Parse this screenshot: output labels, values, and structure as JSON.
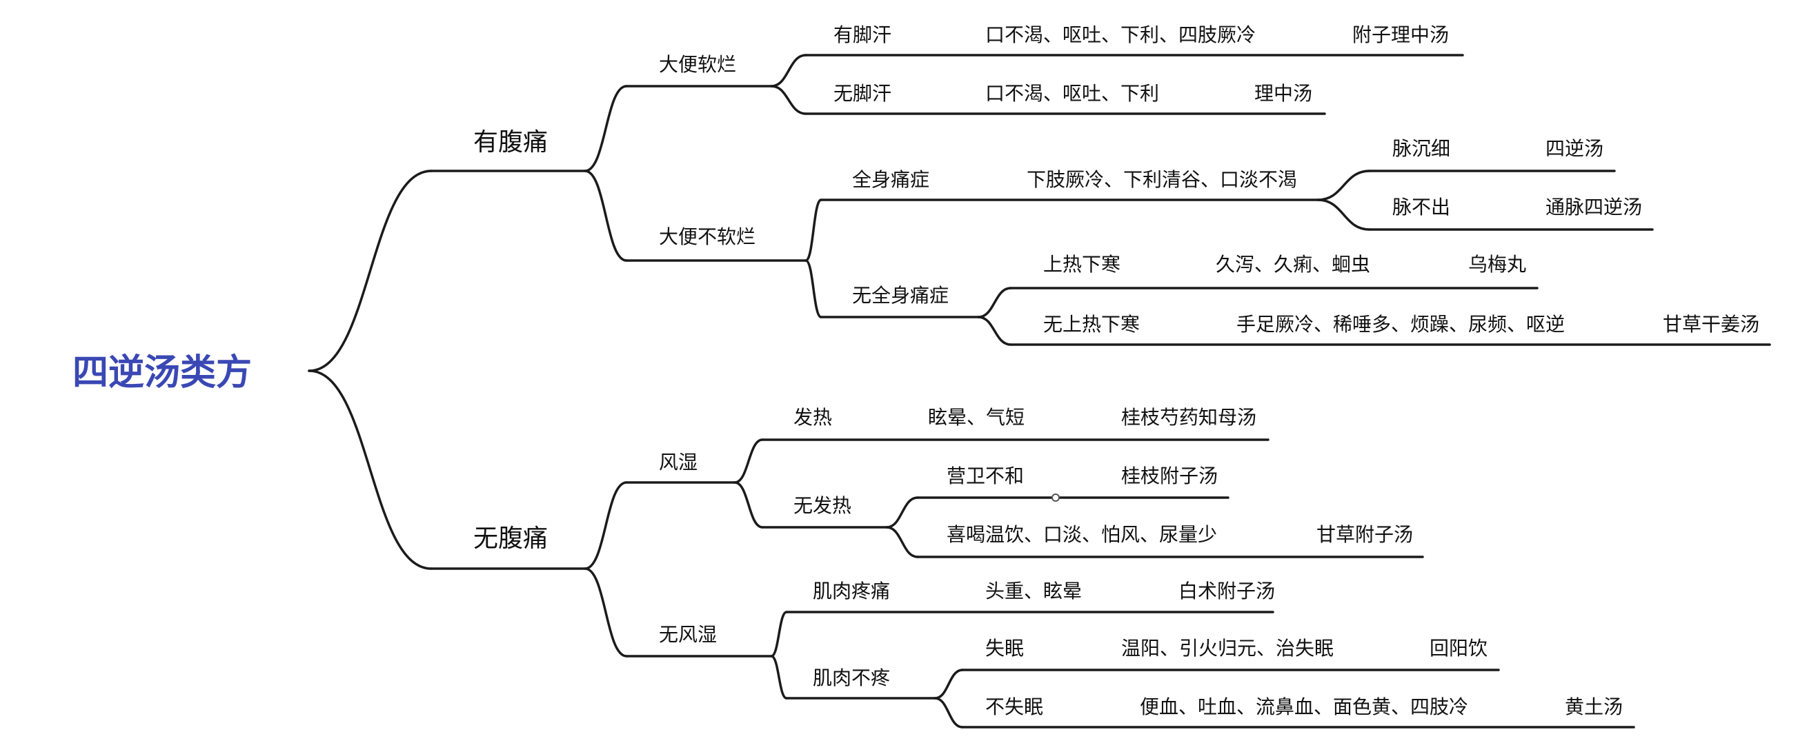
{
  "root": {
    "id": "root",
    "label": "四逆汤类方"
  },
  "nodes": [
    {
      "id": "n1",
      "label": "有腹痛",
      "parent": "root"
    },
    {
      "id": "n2",
      "label": "无腹痛",
      "parent": "root"
    },
    {
      "id": "n11",
      "label": "大便软烂",
      "parent": "n1"
    },
    {
      "id": "n12",
      "label": "大便不软烂",
      "parent": "n1"
    },
    {
      "id": "n111",
      "label": "有脚汗",
      "parent": "n11"
    },
    {
      "id": "n112",
      "label": "无脚汗",
      "parent": "n11"
    },
    {
      "id": "n1111",
      "label": "口不渴、呕吐、下利、四肢厥冷",
      "parent": "n111"
    },
    {
      "id": "n11111",
      "label": "附子理中汤",
      "parent": "n1111"
    },
    {
      "id": "n1121",
      "label": "口不渴、呕吐、下利",
      "parent": "n112"
    },
    {
      "id": "n11211",
      "label": "理中汤",
      "parent": "n1121"
    },
    {
      "id": "n121",
      "label": "全身痛症",
      "parent": "n12"
    },
    {
      "id": "n122",
      "label": "无全身痛症",
      "parent": "n12"
    },
    {
      "id": "n1211",
      "label": "下肢厥冷、下利清谷、口淡不渴",
      "parent": "n121"
    },
    {
      "id": "n12111",
      "label": "脉沉细",
      "parent": "n1211"
    },
    {
      "id": "n121111",
      "label": "四逆汤",
      "parent": "n12111"
    },
    {
      "id": "n12112",
      "label": "脉不出",
      "parent": "n1211"
    },
    {
      "id": "n121121",
      "label": "通脉四逆汤",
      "parent": "n12112"
    },
    {
      "id": "n1221",
      "label": "上热下寒",
      "parent": "n122"
    },
    {
      "id": "n12211",
      "label": "久泻、久痢、蛔虫",
      "parent": "n1221"
    },
    {
      "id": "n122111",
      "label": "乌梅丸",
      "parent": "n12211"
    },
    {
      "id": "n1222",
      "label": "无上热下寒",
      "parent": "n122"
    },
    {
      "id": "n12221",
      "label": "手足厥冷、稀唾多、烦躁、尿频、呕逆",
      "parent": "n1222"
    },
    {
      "id": "n122211",
      "label": "甘草干姜汤",
      "parent": "n12221"
    },
    {
      "id": "n21",
      "label": "风湿",
      "parent": "n2"
    },
    {
      "id": "n22",
      "label": "无风湿",
      "parent": "n2"
    },
    {
      "id": "n211",
      "label": "发热",
      "parent": "n21"
    },
    {
      "id": "n2111",
      "label": "眩晕、气短",
      "parent": "n211"
    },
    {
      "id": "n21111",
      "label": "桂枝芍药知母汤",
      "parent": "n2111"
    },
    {
      "id": "n212",
      "label": "无发热",
      "parent": "n21"
    },
    {
      "id": "n2121",
      "label": "营卫不和",
      "parent": "n212"
    },
    {
      "id": "n21211",
      "label": "桂枝附子汤",
      "parent": "n2121"
    },
    {
      "id": "n2122",
      "label": "喜喝温饮、口淡、怕风、尿量少",
      "parent": "n212"
    },
    {
      "id": "n21221",
      "label": "甘草附子汤",
      "parent": "n2122"
    },
    {
      "id": "n221",
      "label": "肌肉疼痛",
      "parent": "n22"
    },
    {
      "id": "n2211",
      "label": "头重、眩晕",
      "parent": "n221"
    },
    {
      "id": "n22111",
      "label": "白术附子汤",
      "parent": "n2211"
    },
    {
      "id": "n222",
      "label": "肌肉不疼",
      "parent": "n22"
    },
    {
      "id": "n2221",
      "label": "失眠",
      "parent": "n222"
    },
    {
      "id": "n22211",
      "label": "温阳、引火归元、治失眠",
      "parent": "n2221"
    },
    {
      "id": "n222111",
      "label": "回阳饮",
      "parent": "n22211"
    },
    {
      "id": "n2222",
      "label": "不失眠",
      "parent": "n222"
    },
    {
      "id": "n22221",
      "label": "便血、吐血、流鼻血、面色黄、四肢冷",
      "parent": "n2222"
    },
    {
      "id": "n222211",
      "label": "黄土汤",
      "parent": "n22221"
    }
  ]
}
